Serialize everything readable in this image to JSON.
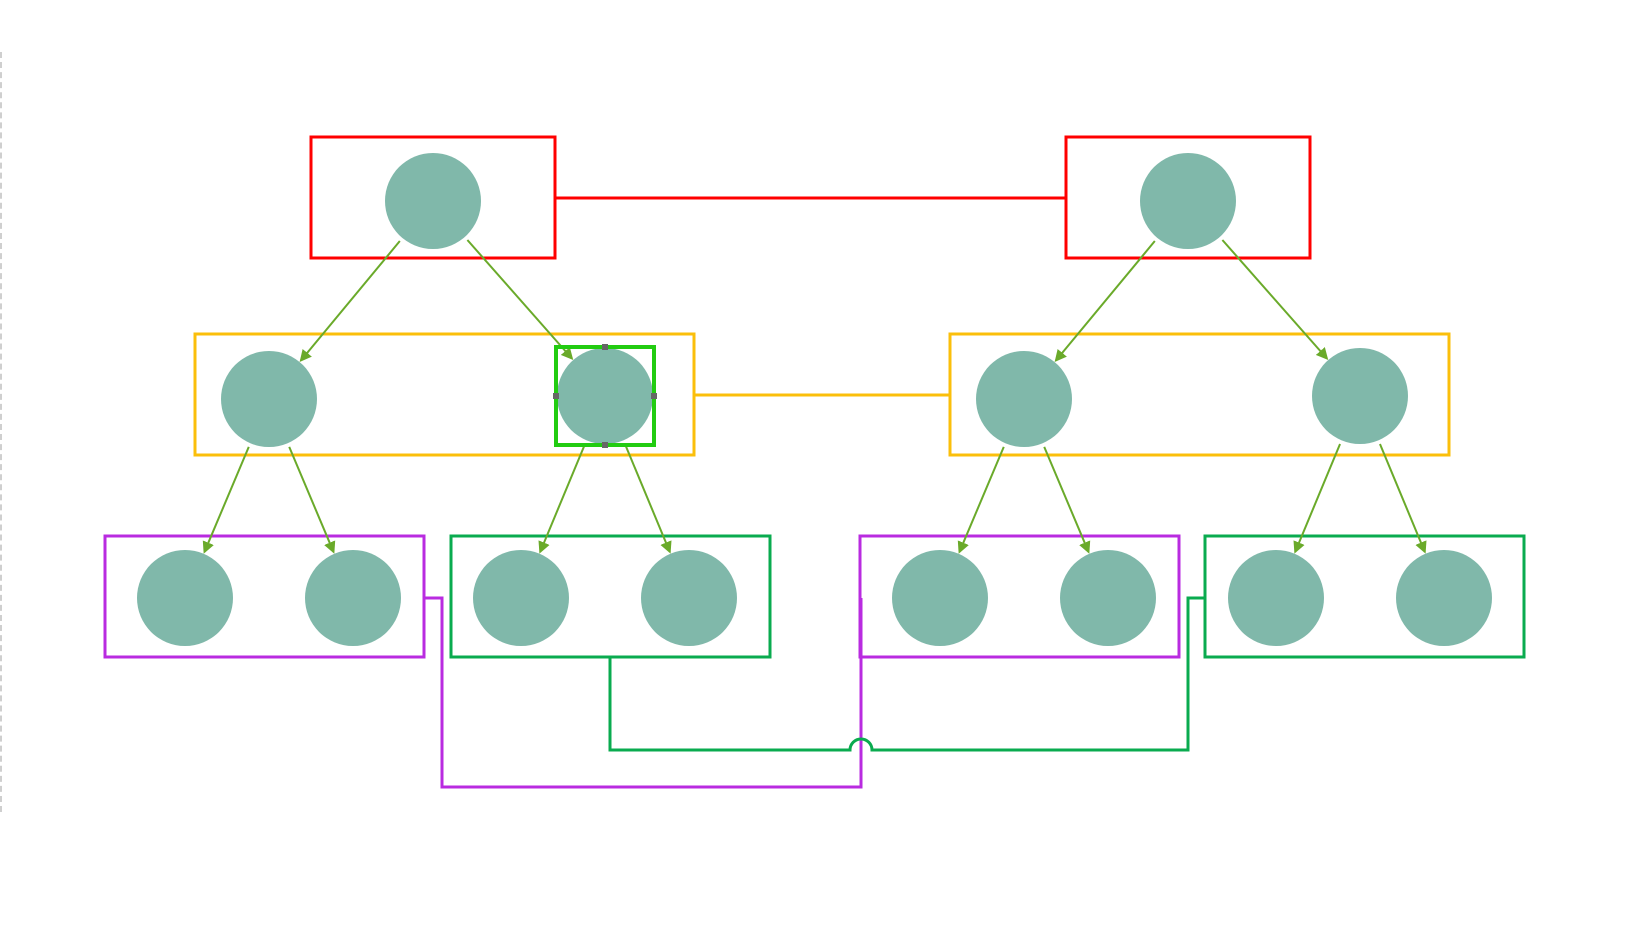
{
  "diagram": {
    "colors": {
      "level1": "#ff0000",
      "level2": "#fbbf0b",
      "level3a": "#b92be0",
      "level3b": "#0aab4f",
      "node_fill": "#80b8aa",
      "arrow": "#6aaa2a",
      "selection": "#22cc11",
      "handle": "#666666"
    },
    "groups": [
      {
        "id": "g1-left",
        "color": "level1"
      },
      {
        "id": "g1-right",
        "color": "level1"
      },
      {
        "id": "g2-left",
        "color": "level2"
      },
      {
        "id": "g2-right",
        "color": "level2"
      },
      {
        "id": "g3-1",
        "color": "level3a"
      },
      {
        "id": "g3-2",
        "color": "level3b"
      },
      {
        "id": "g3-3",
        "color": "level3a"
      },
      {
        "id": "g3-4",
        "color": "level3b"
      }
    ],
    "nodes": [
      {
        "id": "n1"
      },
      {
        "id": "n2"
      },
      {
        "id": "n3"
      },
      {
        "id": "n4",
        "selected": true
      },
      {
        "id": "n5"
      },
      {
        "id": "n6"
      },
      {
        "id": "n7"
      },
      {
        "id": "n8"
      },
      {
        "id": "n9"
      },
      {
        "id": "n10"
      },
      {
        "id": "n11"
      },
      {
        "id": "n12"
      },
      {
        "id": "n13"
      },
      {
        "id": "n14"
      }
    ],
    "edges": [
      {
        "from": "n1",
        "to": "n3"
      },
      {
        "from": "n1",
        "to": "n4"
      },
      {
        "from": "n2",
        "to": "n5"
      },
      {
        "from": "n2",
        "to": "n6"
      },
      {
        "from": "n3",
        "to": "n7"
      },
      {
        "from": "n3",
        "to": "n8"
      },
      {
        "from": "n4",
        "to": "n9"
      },
      {
        "from": "n4",
        "to": "n10"
      },
      {
        "from": "n5",
        "to": "n11"
      },
      {
        "from": "n5",
        "to": "n12"
      },
      {
        "from": "n6",
        "to": "n13"
      },
      {
        "from": "n6",
        "to": "n14"
      }
    ],
    "group_links": [
      {
        "from": "g1-left",
        "to": "g1-right",
        "color": "level1"
      },
      {
        "from": "g2-left",
        "to": "g2-right",
        "color": "level2"
      },
      {
        "from": "g3-1",
        "to": "g3-3",
        "color": "level3a"
      },
      {
        "from": "g3-2",
        "to": "g3-4",
        "color": "level3b"
      }
    ]
  }
}
